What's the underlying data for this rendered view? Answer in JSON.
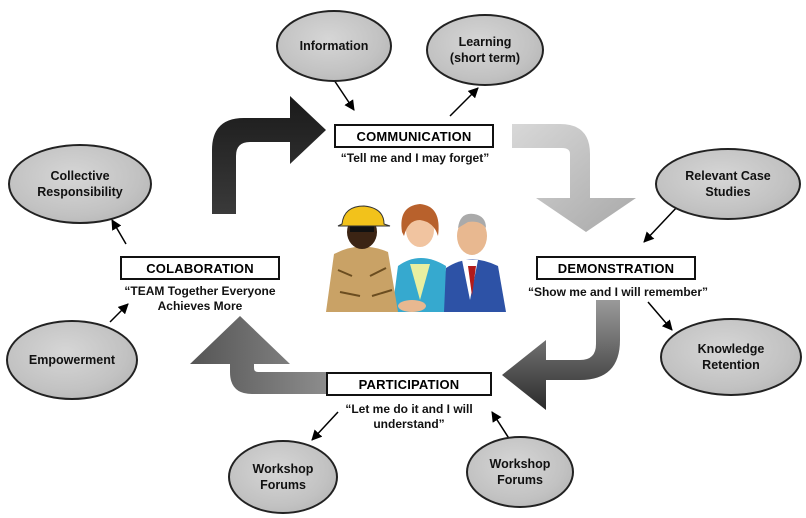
{
  "stages": {
    "communication": {
      "title": "COMMUNICATION",
      "caption": "“Tell me and I may forget”"
    },
    "demonstration": {
      "title": "DEMONSTRATION",
      "caption": "“Show me and I will remember”"
    },
    "participation": {
      "title": "PARTICIPATION",
      "caption": "“Let me do it and I will\nunderstand”"
    },
    "colaboration": {
      "title": "COLABORATION",
      "caption": "“TEAM Together Everyone\nAchieves More"
    }
  },
  "outcomes": {
    "information": "Information",
    "learning": "Learning\n(short term)",
    "relevant_case_studies": "Relevant Case\nStudies",
    "knowledge_retention": "Knowledge\nRetention",
    "workshop_forums_left": "Workshop\nForums",
    "workshop_forums_right": "Workshop\nForums",
    "empowerment": "Empowerment",
    "collective_responsibility": "Collective\nResponsibility"
  },
  "illustration": {
    "icon": "team-people-clipart"
  },
  "colors": {
    "arrow_dark": "#1e1e1e",
    "arrow_mid": "#7a7a7a",
    "arrow_light": "#c4c4c4",
    "oval_fill": "#c2c2c2"
  }
}
